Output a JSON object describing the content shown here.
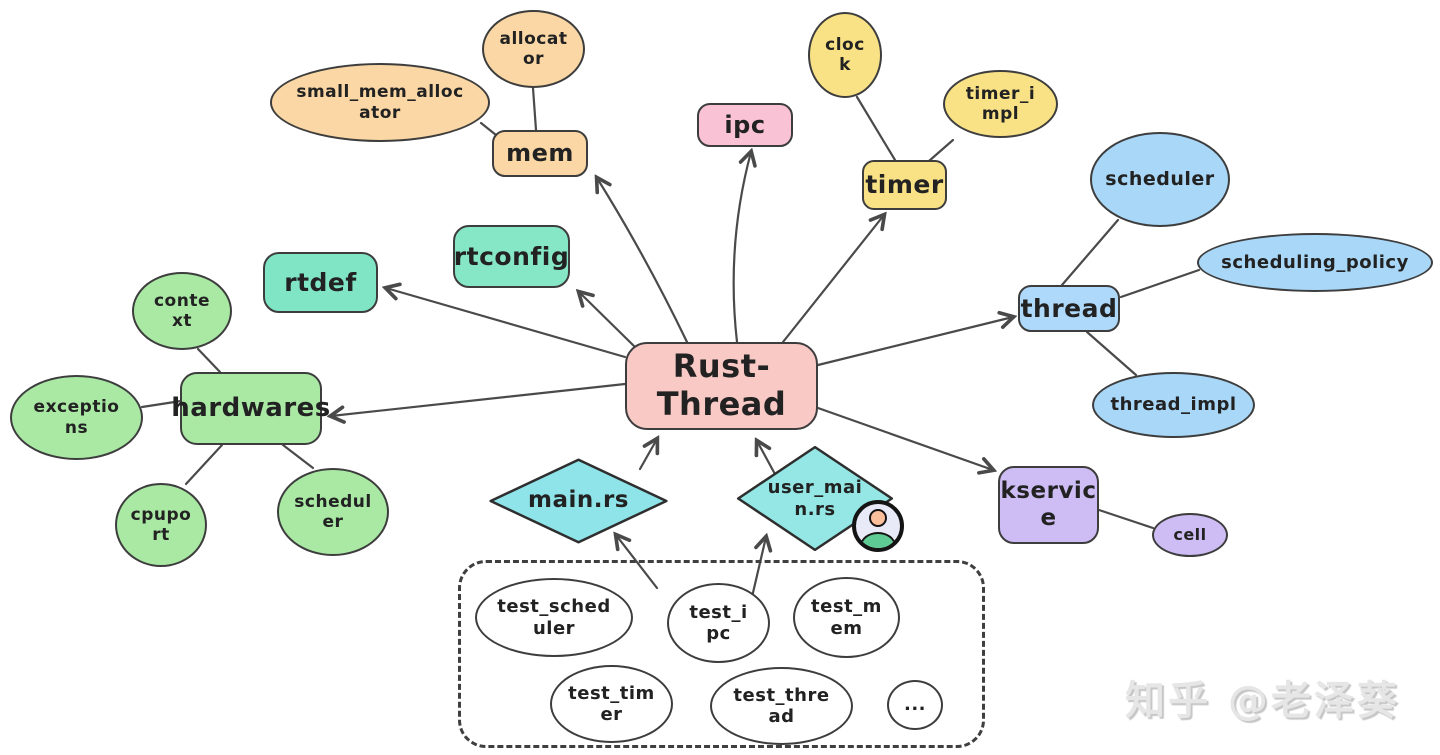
{
  "diagram_title": "Rust-Thread",
  "watermark": "知乎 @老泽葵",
  "palette": {
    "center_pink": "#F8C9C5",
    "ipc_pink": "#F9C2D5",
    "orange": "#FAD7A4",
    "yellow": "#F9E286",
    "blue": "#A8D7F7",
    "mint": "#7FE5C5",
    "green": "#A9E9A4",
    "purple": "#CEBDF4",
    "cyan": "#8FE4EA",
    "test_white": "#FFFFFF",
    "line": "#4a4a4a",
    "border": "#3d3d3d",
    "avatar_head": "#FBC09B",
    "avatar_body": "#5FCB94"
  },
  "nodes": {
    "center": {
      "label": "Rust-\nThread"
    },
    "mem": {
      "label": "mem"
    },
    "allocator": {
      "label": "allocat\nor"
    },
    "small_mem_allocator": {
      "label": "small_mem_alloc\nator"
    },
    "ipc": {
      "label": "ipc"
    },
    "clock": {
      "label": "cloc\nk"
    },
    "timer": {
      "label": "timer"
    },
    "timer_impl": {
      "label": "timer_i\nmpl"
    },
    "scheduler": {
      "label": "scheduler"
    },
    "scheduling_policy": {
      "label": "scheduling_policy"
    },
    "thread": {
      "label": "thread"
    },
    "thread_impl": {
      "label": "thread_impl"
    },
    "rtconfig": {
      "label": "rtconfig"
    },
    "rtdef": {
      "label": "rtdef"
    },
    "context": {
      "label": "conte\nxt"
    },
    "hardwares": {
      "label": "hardwares"
    },
    "exceptions": {
      "label": "exceptio\nns"
    },
    "cpuport": {
      "label": "cpupo\nrt"
    },
    "scheduler_hw": {
      "label": "schedul\ner"
    },
    "kservice": {
      "label": "kservic\ne"
    },
    "cell": {
      "label": "cell"
    },
    "main_rs": {
      "label": "main.rs"
    },
    "user_main_rs": {
      "label": "user_mai\nn.rs"
    },
    "test_scheduler": {
      "label": "test_sched\nuler"
    },
    "test_ipc": {
      "label": "test_i\npc"
    },
    "test_mem": {
      "label": "test_m\nem"
    },
    "test_timer": {
      "label": "test_tim\ner"
    },
    "test_thread": {
      "label": "test_thre\nad"
    },
    "test_more": {
      "label": "..."
    }
  },
  "connections": [
    {
      "from": "Rust-Thread",
      "to": "mem",
      "kind": "arrow"
    },
    {
      "from": "Rust-Thread",
      "to": "ipc",
      "kind": "arrow"
    },
    {
      "from": "Rust-Thread",
      "to": "timer",
      "kind": "arrow"
    },
    {
      "from": "Rust-Thread",
      "to": "thread",
      "kind": "arrow"
    },
    {
      "from": "Rust-Thread",
      "to": "kservice",
      "kind": "arrow"
    },
    {
      "from": "Rust-Thread",
      "to": "rtconfig",
      "kind": "arrow"
    },
    {
      "from": "Rust-Thread",
      "to": "rtdef",
      "kind": "arrow"
    },
    {
      "from": "Rust-Thread",
      "to": "hardwares",
      "kind": "arrow"
    },
    {
      "from": "main.rs",
      "to": "Rust-Thread",
      "kind": "arrow"
    },
    {
      "from": "user_main.rs",
      "to": "Rust-Thread",
      "kind": "arrow"
    },
    {
      "from": "tests-group",
      "to": "main.rs",
      "kind": "arrow"
    },
    {
      "from": "tests-group",
      "to": "user_main.rs",
      "kind": "arrow"
    },
    {
      "from": "mem",
      "to": "allocator",
      "kind": "line"
    },
    {
      "from": "mem",
      "to": "small_mem_allocator",
      "kind": "line"
    },
    {
      "from": "timer",
      "to": "clock",
      "kind": "line"
    },
    {
      "from": "timer",
      "to": "timer_impl",
      "kind": "line"
    },
    {
      "from": "thread",
      "to": "scheduler",
      "kind": "line"
    },
    {
      "from": "thread",
      "to": "scheduling_policy",
      "kind": "line"
    },
    {
      "from": "thread",
      "to": "thread_impl",
      "kind": "line"
    },
    {
      "from": "hardwares",
      "to": "context",
      "kind": "line"
    },
    {
      "from": "hardwares",
      "to": "exceptions",
      "kind": "line"
    },
    {
      "from": "hardwares",
      "to": "cpuport",
      "kind": "line"
    },
    {
      "from": "hardwares",
      "to": "scheduler_hw",
      "kind": "line"
    },
    {
      "from": "kservice",
      "to": "cell",
      "kind": "line"
    }
  ]
}
